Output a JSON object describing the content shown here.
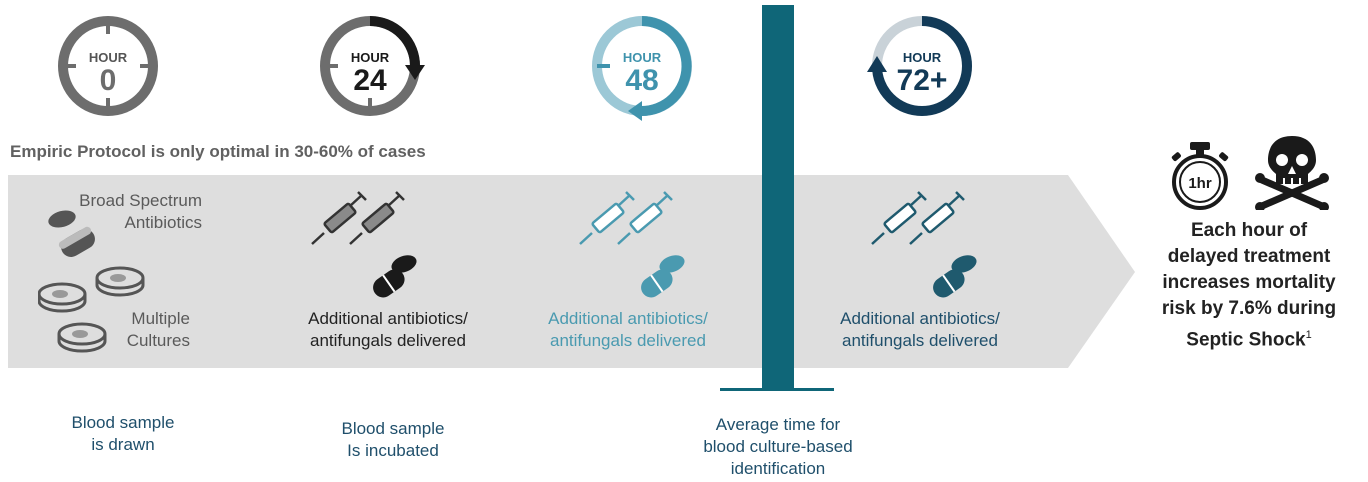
{
  "clocks": [
    {
      "label": "HOUR",
      "value": "0",
      "color": "#6d6d6d"
    },
    {
      "label": "HOUR",
      "value": "24",
      "color": "#1a1a1a"
    },
    {
      "label": "HOUR",
      "value": "48",
      "color": "#3f93ad"
    },
    {
      "label": "HOUR",
      "value": "72+",
      "color": "#123a57"
    }
  ],
  "protocol_note": "Empiric Protocol is only optimal in 30-60% of cases",
  "stages": {
    "s0": {
      "line1": "Broad Spectrum",
      "line2": "Antibiotics",
      "line3": "Multiple",
      "line4": "Cultures"
    },
    "s1": {
      "line1": "Additional antibiotics/",
      "line2": "antifungals delivered"
    },
    "s2": {
      "line1": "Additional antibiotics/",
      "line2": "antifungals delivered"
    },
    "s3": {
      "line1": "Additional antibiotics/",
      "line2": "antifungals delivered"
    }
  },
  "footnotes": {
    "f0": {
      "line1": "Blood sample",
      "line2": "is drawn"
    },
    "f1": {
      "line1": "Blood sample",
      "line2": "Is incubated"
    },
    "f2": {
      "line1": "Average time for",
      "line2": "blood culture-based",
      "line3": "identification"
    }
  },
  "warning": {
    "stopwatch_label": "1hr",
    "line1": "Each hour of",
    "line2": "delayed treatment",
    "line3": "increases mortality",
    "line4": "risk by 7.6% during",
    "line5": "Septic Shock",
    "footnote_mark": "1"
  },
  "colors": {
    "grey": "#6d6d6d",
    "black": "#1a1a1a",
    "teal": "#3f93ad",
    "navy": "#123a57",
    "bar": "#0f6678",
    "band": "#dedede"
  }
}
